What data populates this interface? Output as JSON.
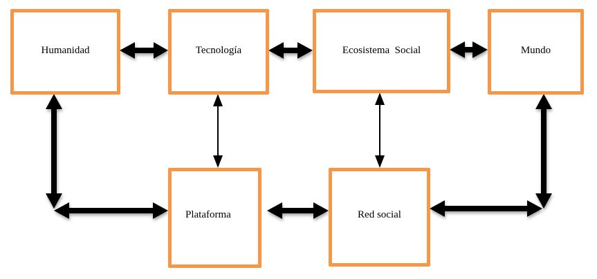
{
  "diagram": {
    "colors": {
      "node_border": "#f79646",
      "node_fill": "#ffffff",
      "edge": "#000000",
      "text": "#000000"
    },
    "nodes": [
      {
        "id": "humanidad",
        "label": "Humanidad"
      },
      {
        "id": "tecnologia",
        "label": "Tecnología"
      },
      {
        "id": "ecosistema",
        "label": "Ecosistema  Social"
      },
      {
        "id": "mundo",
        "label": "Mundo"
      },
      {
        "id": "plataforma",
        "label": "Plataforma"
      },
      {
        "id": "red",
        "label": "Red social"
      }
    ],
    "edges": [
      {
        "from": "humanidad",
        "to": "tecnologia",
        "direction": "both",
        "weight": "thick"
      },
      {
        "from": "tecnologia",
        "to": "ecosistema",
        "direction": "both",
        "weight": "thick"
      },
      {
        "from": "ecosistema",
        "to": "mundo",
        "direction": "both",
        "weight": "thick"
      },
      {
        "from": "tecnologia",
        "to": "plataforma",
        "direction": "both",
        "weight": "thin"
      },
      {
        "from": "ecosistema",
        "to": "red",
        "direction": "both",
        "weight": "thin"
      },
      {
        "from": "plataforma",
        "to": "red",
        "direction": "both",
        "weight": "thick"
      },
      {
        "from": "humanidad",
        "to": "plataforma",
        "direction": "both",
        "weight": "thick",
        "routing": "elbow"
      },
      {
        "from": "mundo",
        "to": "red",
        "direction": "both",
        "weight": "thick",
        "routing": "elbow"
      }
    ]
  }
}
